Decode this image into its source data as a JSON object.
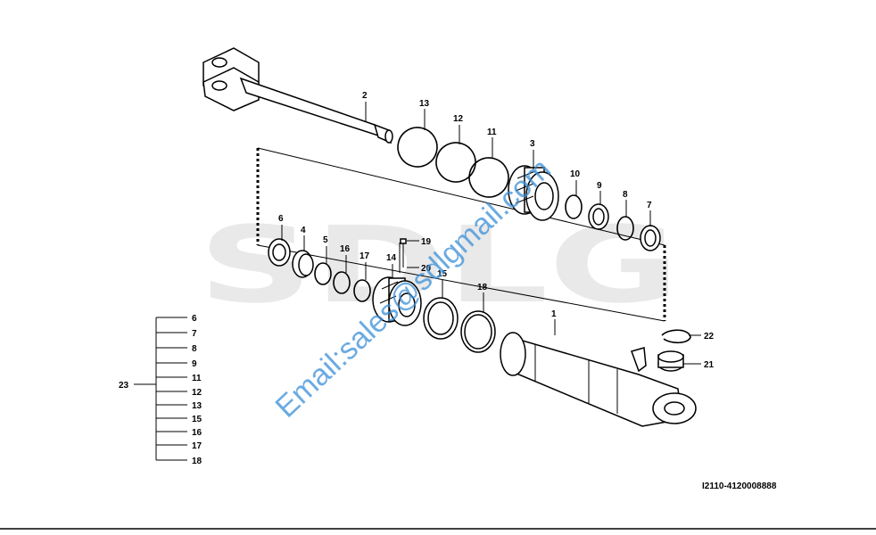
{
  "watermark": {
    "logo_text": "SDLG",
    "email_text": "Email:sales@sdlgmail.com",
    "email_color": "#3a8fd8"
  },
  "drawing_code": "I2110-4120008888",
  "callouts": [
    "1",
    "2",
    "3",
    "4",
    "5",
    "6",
    "7",
    "8",
    "9",
    "10",
    "11",
    "12",
    "13",
    "14",
    "15",
    "16",
    "17",
    "18",
    "19",
    "20",
    "21",
    "22"
  ],
  "kit": {
    "label": "23",
    "items": [
      "6",
      "7",
      "8",
      "9",
      "11",
      "12",
      "13",
      "15",
      "16",
      "17",
      "18"
    ]
  }
}
